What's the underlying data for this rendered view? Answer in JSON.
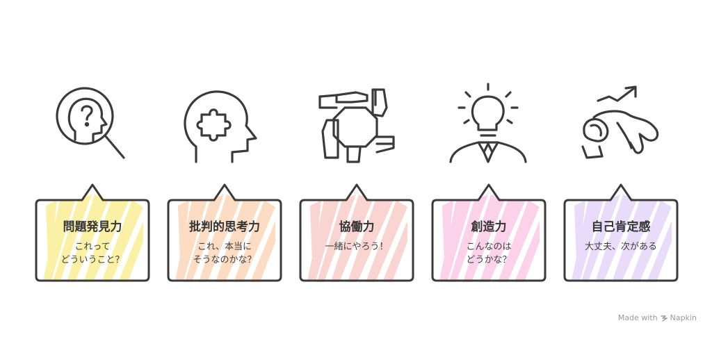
{
  "items": [
    {
      "title": "問題発見力",
      "desc": "これって\nどういうこと？",
      "icon": "head-question-magnifier-icon",
      "color": "#fbf1a6"
    },
    {
      "title": "批判的思考力",
      "desc": "これ、本当に\nそうなのかな？",
      "icon": "head-puzzle-icon",
      "color": "#fcdcc2"
    },
    {
      "title": "協働力",
      "desc": "一緒にやろう！",
      "icon": "hands-together-icon",
      "color": "#fad4d1"
    },
    {
      "title": "創造力",
      "desc": "こんなのは\nどうかな？",
      "icon": "lightbulb-person-icon",
      "color": "#fbd2ea"
    },
    {
      "title": "自己肯定感",
      "desc": "大丈夫、次がある",
      "icon": "self-hug-arrow-up-icon",
      "color": "#e9dcfb"
    }
  ],
  "footer": {
    "made_with": "Made with",
    "brand": "Napkin"
  }
}
